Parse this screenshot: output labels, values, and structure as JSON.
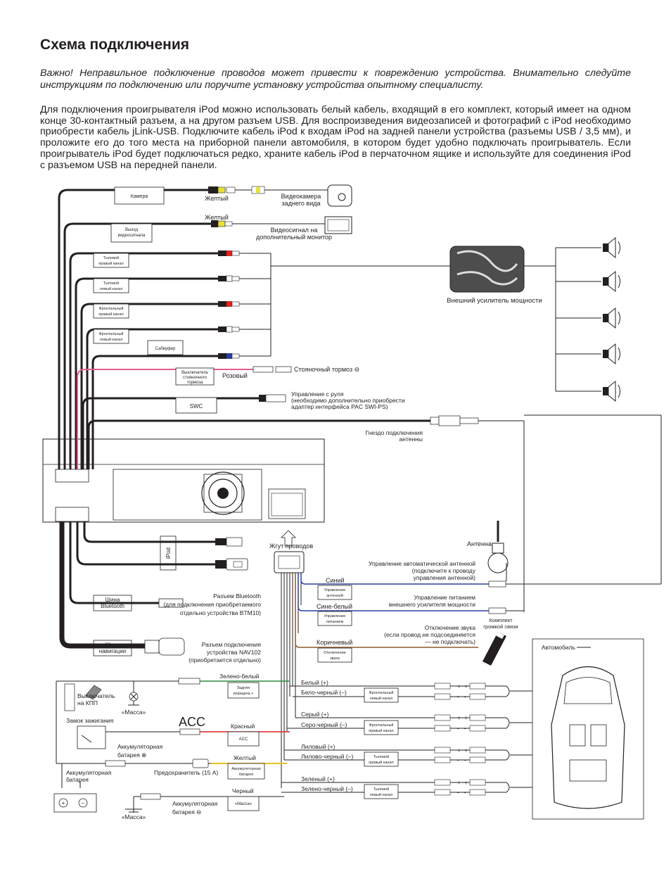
{
  "title": "Схема подключения",
  "warning": "Важно! Неправильное подключение проводов может привести к повреждению устройства. Внимательно следуйте инструкциям по подключению или поручите установку устройства опытному специалисту.",
  "intro": "Для подключения проигрывателя iPod можно использовать белый кабель, входящий в его комплект, который имеет на одном конце 30-контактный разъем, а на другом разъем USB. Для воспроизведения видеозаписей и фотографий с iPod необходимо приобрести кабель jLink-USB. Подключите кабель iPod к входам iPod на задней панели устройства (разъемы USB / 3,5 мм), и проложите его до того места на приборной панели автомобиля, в котором будет удобно подключать проигрыватель. Если проигрыватель iPod будет подключаться редко, храните кабель iPod в перчаточном ящике и используйте для соединения iPod с разъемом USB на передней панели.",
  "diagram": {
    "outputs": {
      "camera": "Камера",
      "video_out": [
        "Выход",
        "видеосигнала"
      ],
      "rear_right": [
        "Тыловой",
        "правый канал"
      ],
      "rear_left": [
        "Тыловой",
        "левый канал"
      ],
      "front_right": [
        "Фронтальный",
        "правый канал"
      ],
      "front_left": [
        "Фронтальный",
        "левый канал"
      ],
      "subwoofer": "Сабвуфер",
      "parking": [
        "Выключатель",
        "стояночного",
        "тормоза"
      ],
      "swc": "SWC",
      "ipod": "iPod",
      "bt_bus": [
        "Шина",
        "Bluetooth"
      ],
      "nav_bus": [
        "Шина",
        "навигации"
      ]
    },
    "labels": {
      "yellow1": "Желтый",
      "yellow2": "Желтый",
      "camera_dev": [
        "Видеокамера",
        "заднего вида"
      ],
      "monitor": [
        "Видеосигнал на",
        "дополнительный монитор"
      ],
      "amp": "Внешний усилитель мощности",
      "pink": "Розовый",
      "parking_brake": "Стояночный тормоз ⊖",
      "steering": [
        "Управление с руля",
        "(необходимо дополнительно приобрести",
        "адаптер интерфейса PAC SWI-PS)"
      ],
      "antenna_jack": [
        "Гнездо подключения",
        "антенны"
      ],
      "harness": "Жгут проводов",
      "antenna": "Антенна",
      "auto_antenna": [
        "Управление автоматической антенной",
        "(подключите к проводу",
        "управления антенной)"
      ],
      "amp_power": [
        "Управление питанием",
        "внешнего усилителя мощности"
      ],
      "mute": [
        "Отключение звука",
        "(если провод не подсоединяется",
        "— не подключать)"
      ],
      "phone_kit": [
        "Комплект",
        "громкой связи"
      ],
      "bt_conn": [
        "Разъем Bluetooth",
        "(для подключения приобретаемого",
        "отдельно устройства BTM10)"
      ],
      "nav_conn": [
        "Разъем подключения",
        "устройства NAV102",
        "(приобретается отдельно)"
      ],
      "car": "Автомобиль",
      "blue": "Синий",
      "blue_white": "Сине-белый",
      "brown": "Коричневый",
      "green_white": "Зелено-белый",
      "red": "Красный",
      "yellow3": "Желтый",
      "black": "Черный",
      "gear": [
        "Выключатель",
        "на КПП"
      ],
      "ground1": "«Масса»",
      "ground2": "«Масса»",
      "ignition": "Замок зажигания",
      "acc_big": "ACC",
      "battery_plus": [
        "Аккумуляторная",
        "батарея ⊕"
      ],
      "battery": [
        "Аккумуляторная",
        "батарея"
      ],
      "fuse": "Предохранитель (15 A)",
      "battery_minus": [
        "Аккумуляторная",
        "батарея ⊖"
      ]
    },
    "small_boxes": {
      "ant_ctrl": [
        "Управление",
        "антенной"
      ],
      "pwr_ctrl": [
        "Управление",
        "питанием"
      ],
      "mute_box": [
        "Отключение",
        "звука"
      ],
      "reverse": [
        "Задняя",
        "передача +"
      ],
      "acc_box": "ACC",
      "battery_box": [
        "Аккумуляторная",
        "батарея"
      ],
      "ground_box": "«Масса»"
    },
    "speakers": [
      {
        "plus": "Белый (+)",
        "minus": "Бело-черный (–)",
        "box": [
          "Фронтальный",
          "левый канал"
        ]
      },
      {
        "plus": "Серый (+)",
        "minus": "Серо-черный (–)",
        "box": [
          "Фронтальный",
          "правый канал"
        ]
      },
      {
        "plus": "Лиловый (+)",
        "minus": "Лилово-черный (–)",
        "box": [
          "Тыловой",
          "правый канал"
        ]
      },
      {
        "plus": "Зеленый (+)",
        "minus": "Зелено-черный (–)",
        "box": [
          "Тыловой",
          "левый канал"
        ]
      }
    ],
    "plus_sign": "+",
    "minus_sign": "-",
    "battery_terminals": [
      "+",
      "−"
    ]
  }
}
